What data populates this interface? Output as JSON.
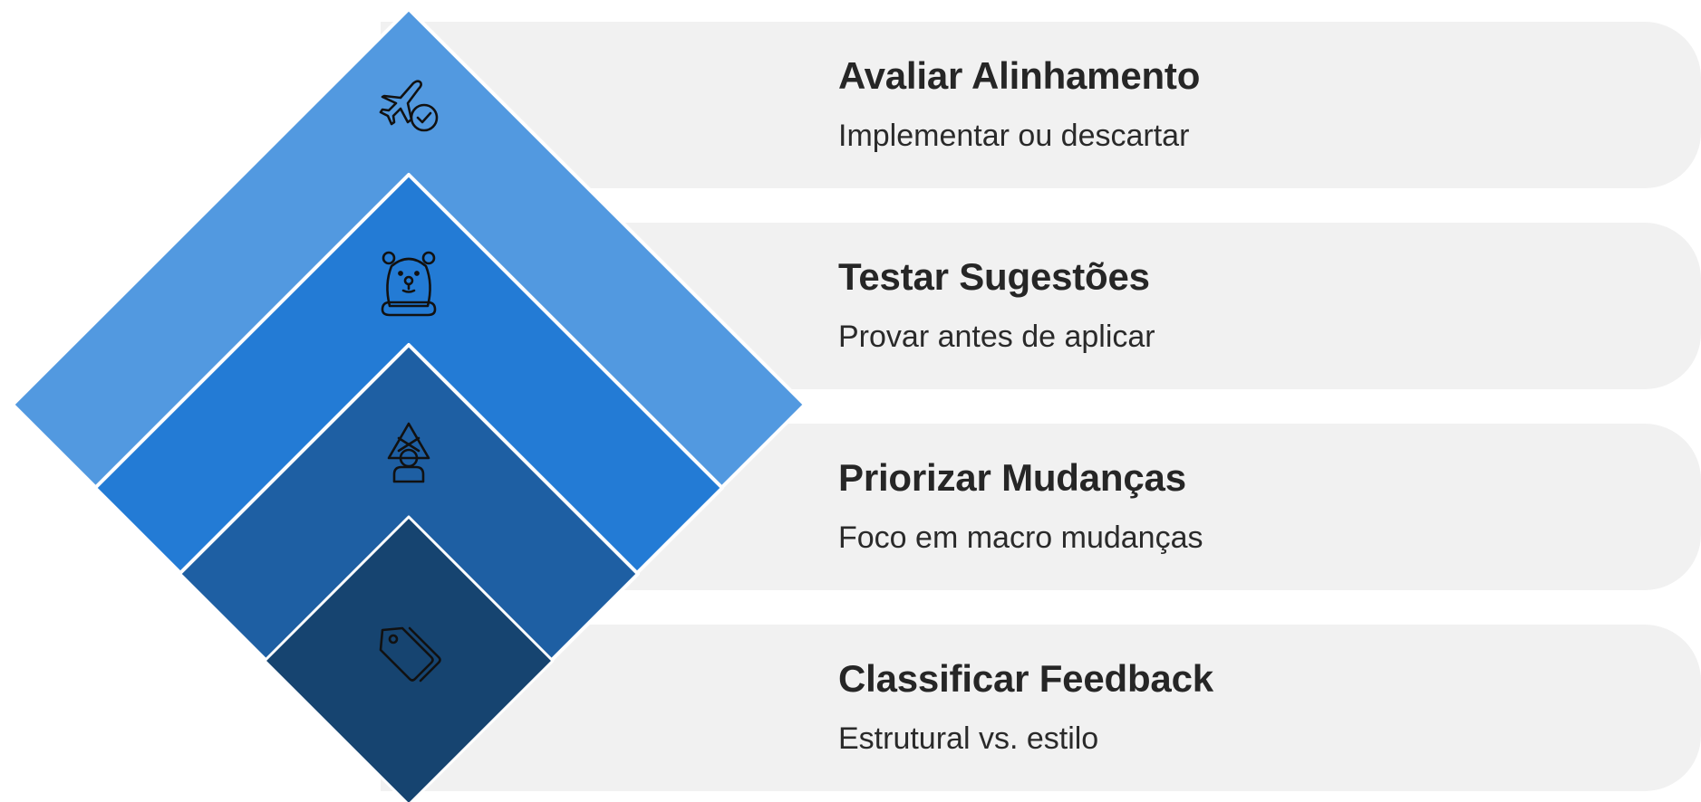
{
  "steps": [
    {
      "title": "Avaliar Alinhamento",
      "subtitle": "Implementar ou descartar",
      "icon": "airplane-check-icon",
      "color": "#5299e0"
    },
    {
      "title": "Testar Sugestões",
      "subtitle": "Provar antes de aplicar",
      "icon": "bear-icon",
      "color": "#237bd5"
    },
    {
      "title": "Priorizar Mudanças",
      "subtitle": "Foco em macro mudanças",
      "icon": "person-warning-icon",
      "color": "#1e5fa3"
    },
    {
      "title": "Classificar Feedback",
      "subtitle": "Estrutural vs. estilo",
      "icon": "tags-icon",
      "color": "#164470"
    }
  ],
  "colors": {
    "bar_background": "#f1f1f1",
    "text": "#262626"
  }
}
